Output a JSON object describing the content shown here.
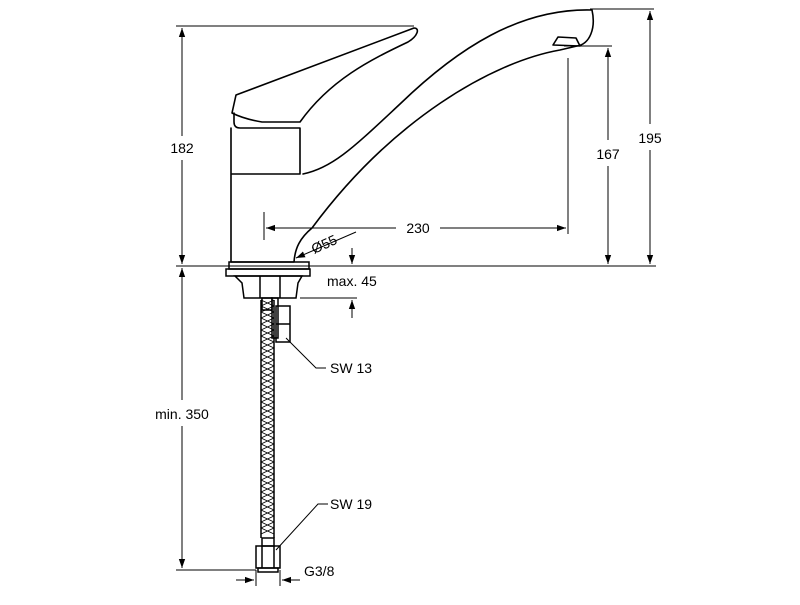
{
  "colors": {
    "line": "#000000",
    "background": "#ffffff"
  },
  "labels": {
    "height_total_left": "182",
    "height_total_right": "195",
    "spout_height": "167",
    "spout_reach": "230",
    "base_diameter": "Ø55",
    "deck_thickness": "max. 45",
    "nut_wrench_size": "SW 13",
    "hose_length": "min. 350",
    "hose_nut_wrench_size": "SW 19",
    "thread": "G3/8"
  }
}
